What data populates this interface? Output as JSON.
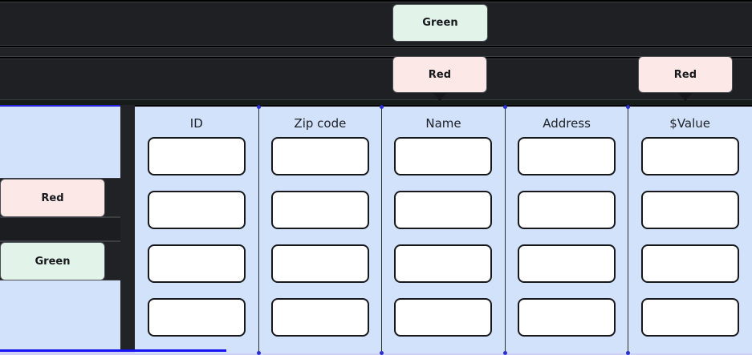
{
  "overlay": {
    "tooltips": [
      {
        "id": "tip-green-top",
        "label": "Green",
        "variant": "green",
        "color": "#e2f4e9"
      },
      {
        "id": "tip-red-mid",
        "label": "Red",
        "variant": "red",
        "color": "#fbe8e7"
      },
      {
        "id": "tip-red-right",
        "label": "Red",
        "variant": "red",
        "color": "#fbe8e7"
      },
      {
        "id": "tip-left-red",
        "label": "Red",
        "variant": "red",
        "color": "#fbe8e7"
      },
      {
        "id": "tip-left-green",
        "label": "Green",
        "variant": "green",
        "color": "#e2f4e9"
      }
    ]
  },
  "table": {
    "columns": [
      {
        "header": "ID",
        "cell_count": 4
      },
      {
        "header": "Zip code",
        "cell_count": 4
      },
      {
        "header": "Name",
        "cell_count": 4
      },
      {
        "header": "Address",
        "cell_count": 4
      },
      {
        "header": "$Value",
        "cell_count": 4
      }
    ],
    "cell_values": [
      [
        "",
        "",
        "",
        ""
      ],
      [
        "",
        "",
        "",
        ""
      ],
      [
        "",
        "",
        "",
        ""
      ],
      [
        "",
        "",
        "",
        ""
      ],
      [
        "",
        "",
        "",
        ""
      ]
    ]
  },
  "colors": {
    "panel_background": "#d2e2fb",
    "dark_background": "#1e2023",
    "selection_outline": "#1414f0",
    "cell_background": "#ffffff",
    "cell_border": "#16181c"
  }
}
